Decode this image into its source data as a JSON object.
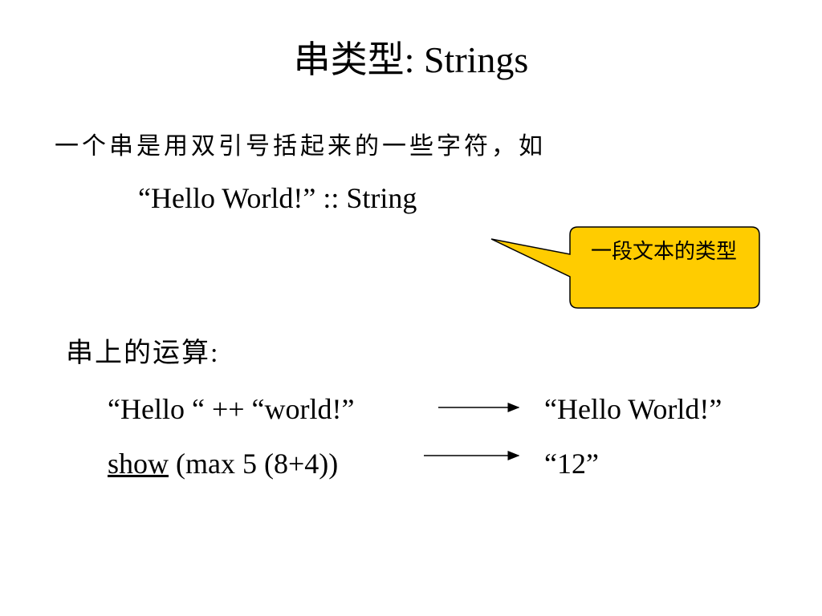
{
  "slide": {
    "title": "串类型: Strings",
    "intro": "一个串是用双引号括起来的一些字符，如",
    "example": "“Hello World!” :: String",
    "callout": "一段文本的类型",
    "callout_color": "#FFCC00",
    "ops_heading": "串上的运算:",
    "operations": [
      {
        "expr_prefix": "",
        "expr_func": "",
        "expr_rest": "“Hello “ ++ “world!”",
        "result": "“Hello World!”"
      },
      {
        "expr_prefix": "",
        "expr_func": "show",
        "expr_rest": " (max 5 (8+4))",
        "result": "“12”"
      }
    ]
  }
}
